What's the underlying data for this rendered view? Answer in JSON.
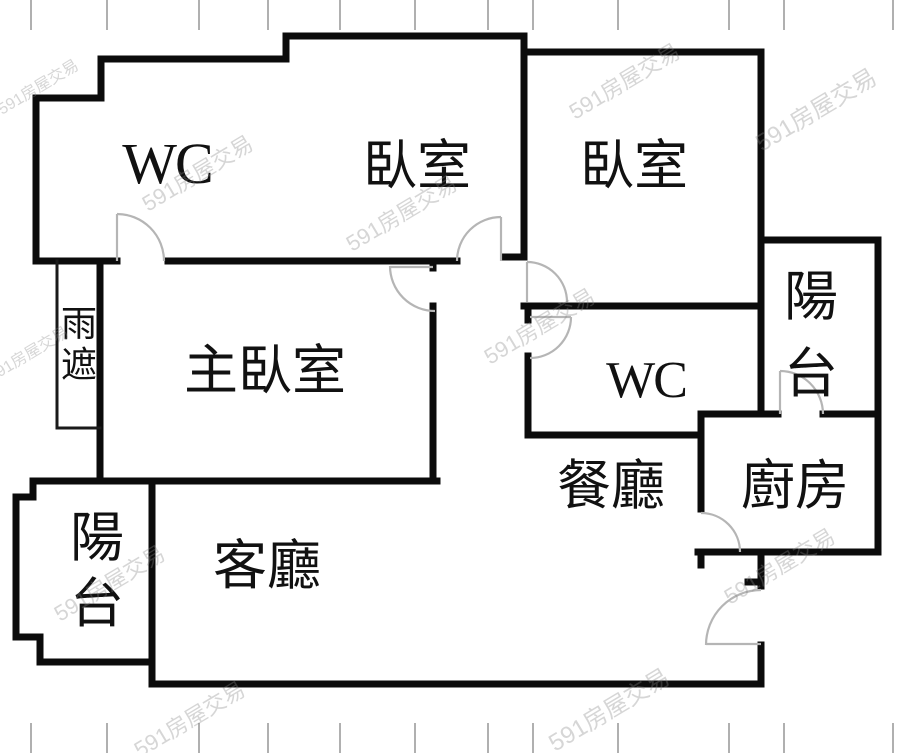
{
  "watermark": {
    "text": "591房屋交易"
  },
  "rooms": {
    "wc_left": {
      "label": "WC"
    },
    "bedroom_mid": {
      "label": "臥室"
    },
    "bedroom_right": {
      "label": "臥室"
    },
    "master_bedroom": {
      "label": "主臥室"
    },
    "wc_right": {
      "label": "WC"
    },
    "dining_room": {
      "label": "餐廳"
    },
    "kitchen": {
      "label": "廚房"
    },
    "living_room": {
      "label": "客廳"
    },
    "balcony_right": {
      "label": "陽台",
      "chars": [
        "陽",
        "台"
      ]
    },
    "balcony_left": {
      "label": "陽台",
      "chars": [
        "陽",
        "台"
      ]
    },
    "rain_cover": {
      "label": "雨遮",
      "chars": [
        "雨",
        "遮"
      ]
    }
  },
  "colors": {
    "wall": "#0b0b0b",
    "door_arc": "#b5b5b5",
    "tick": "#b0b0b0",
    "background": "#ffffff"
  }
}
